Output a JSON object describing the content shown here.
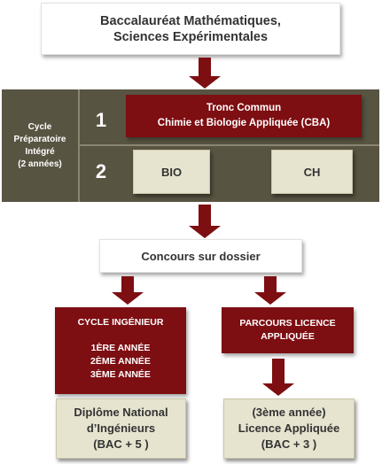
{
  "top_box": {
    "line1": "Baccalauréat Mathématiques,",
    "line2": "Sciences Expérimentales"
  },
  "cycle_prep": {
    "label_lines": [
      "Cycle",
      "Préparatoire",
      "Intégré",
      "(2 années)"
    ],
    "row1_number": "1",
    "tronc_line1": "Tronc Commun",
    "tronc_line2": "Chimie et Biologie Appliquée (CBA)",
    "row2_number": "2",
    "option_bio": "BIO",
    "option_ch": "CH"
  },
  "concours": {
    "label": "Concours sur dossier"
  },
  "cycle_ingenieur": {
    "title": "CYCLE INGÉNIEUR",
    "years": [
      "1ÈRE ANNÉE",
      "2ÈME ANNÉE",
      "3ÈME ANNÉE"
    ],
    "diploma_lines": [
      "Diplôme National",
      "d’Ingénieurs",
      "(BAC + 5 )"
    ]
  },
  "licence": {
    "title_line1": "PARCOURS LICENCE",
    "title_line2": "APPLIQUÉE",
    "diploma_lines": [
      "(3ème année)",
      "Licence Appliquée",
      "(BAC + 3 )"
    ]
  },
  "colors": {
    "dark_red": "#7d0e12",
    "band_olive": "#585442",
    "beige": "#e6e4cf"
  }
}
